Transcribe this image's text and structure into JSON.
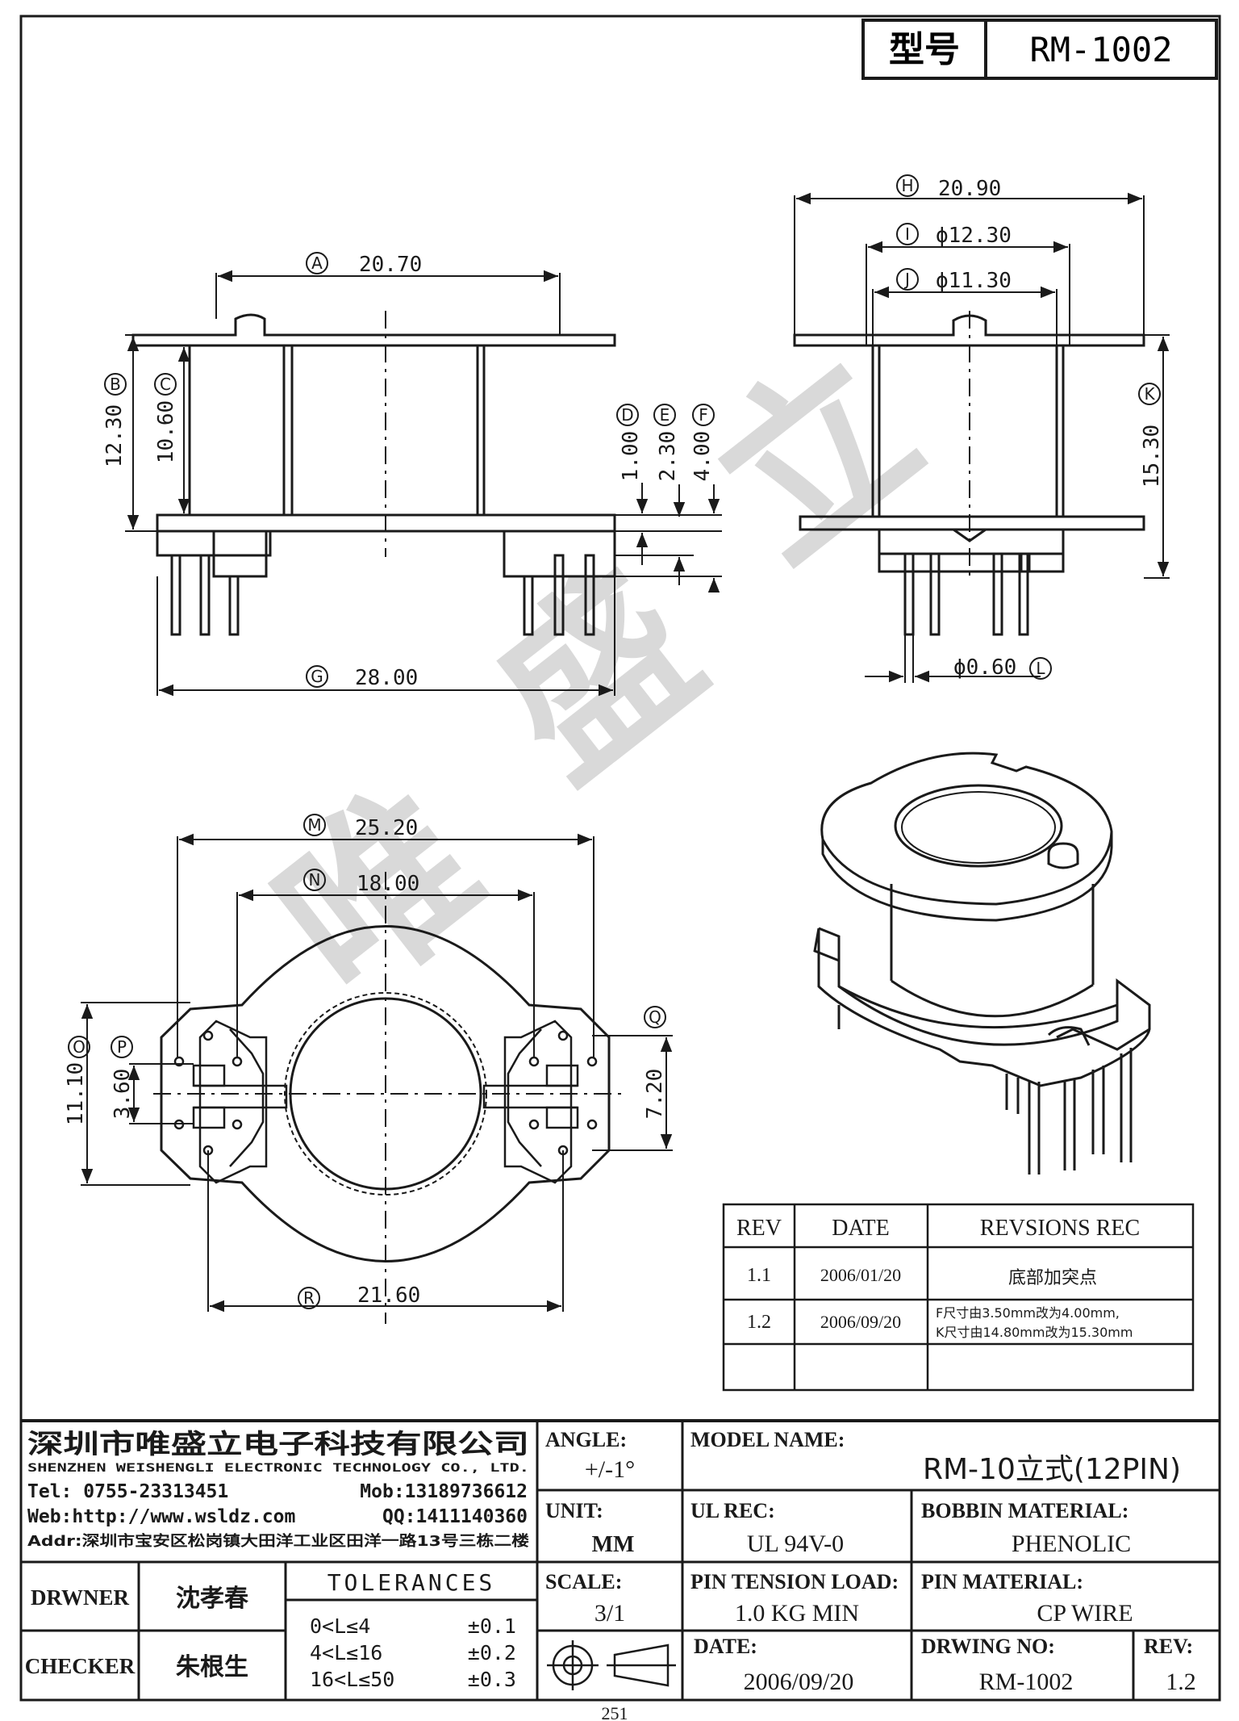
{
  "header": {
    "model_label": "型号",
    "model_value": "RM-1002"
  },
  "watermark": {
    "chars": [
      "唯",
      "盛",
      "立"
    ]
  },
  "dimensions": {
    "A": "20.70",
    "B": "12.30",
    "C": "10.60",
    "D": "1.00",
    "E": "2.30",
    "F": "4.00",
    "G": "28.00",
    "H": "20.90",
    "I": "ϕ12.30",
    "J": "ϕ11.30",
    "K": "15.30",
    "L": "ϕ0.60",
    "M": "25.20",
    "N": "18.00",
    "O": "11.10",
    "P": "3.60",
    "Q": "7.20",
    "R": "21.60"
  },
  "revisions": {
    "headers": {
      "rev": "REV",
      "date": "DATE",
      "rec": "REVSIONS REC"
    },
    "rows": [
      {
        "rev": "1.1",
        "date": "2006/01/20",
        "rec1": "底部加突点",
        "rec2": ""
      },
      {
        "rev": "1.2",
        "date": "2006/09/20",
        "rec1": "F尺寸由3.50mm改为4.00mm,",
        "rec2": "K尺寸由14.80mm改为15.30mm"
      },
      {
        "rev": "",
        "date": "",
        "rec1": "",
        "rec2": ""
      }
    ]
  },
  "titleblock": {
    "company_cn": "深圳市唯盛立电子科技有限公司",
    "company_en": "SHENZHEN WEISHENGLI ELECTRONIC TECHNOLOGY CO., LTD.",
    "tel": "Tel: 0755-23313451",
    "mob": "Mob:13189736612",
    "web": "Web:http://www.wsldz.com",
    "qq": "QQ:1411140360",
    "addr": "Addr:深圳市宝安区松岗镇大田洋工业区田洋一路13号三栋二楼",
    "angle_label": "ANGLE:",
    "angle_value": "+/-1°",
    "model_name_label": "MODEL NAME:",
    "model_name_value": "RM-10立式(12PIN)",
    "unit_label": "UNIT:",
    "unit_value": "MM",
    "ul_label": "UL REC:",
    "ul_value": "UL 94V-0",
    "bobbin_label": "BOBBIN MATERIAL:",
    "bobbin_value": "PHENOLIC",
    "drawer_label": "DRWNER",
    "drawer_value": "沈孝春",
    "checker_label": "CHECKER",
    "checker_value": "朱根生",
    "tolerances_label": "TOLERANCES",
    "tol_rows": [
      {
        "range": "0<L≤4",
        "value": "±0.1"
      },
      {
        "range": "4<L≤16",
        "value": "±0.2"
      },
      {
        "range": "16<L≤50",
        "value": "±0.3"
      }
    ],
    "scale_label": "SCALE:",
    "scale_value": "3/1",
    "pin_tension_label": "PIN TENSION LOAD:",
    "pin_tension_value": "1.0 KG MIN",
    "pin_material_label": "PIN MATERIAL:",
    "pin_material_value": "CP WIRE",
    "date_label": "DATE:",
    "date_value": "2006/09/20",
    "drawing_no_label": "DRWING NO:",
    "drawing_no_value": "RM-1002",
    "rev_label": "REV:",
    "rev_value": "1.2"
  },
  "footer": {
    "page": "251"
  }
}
